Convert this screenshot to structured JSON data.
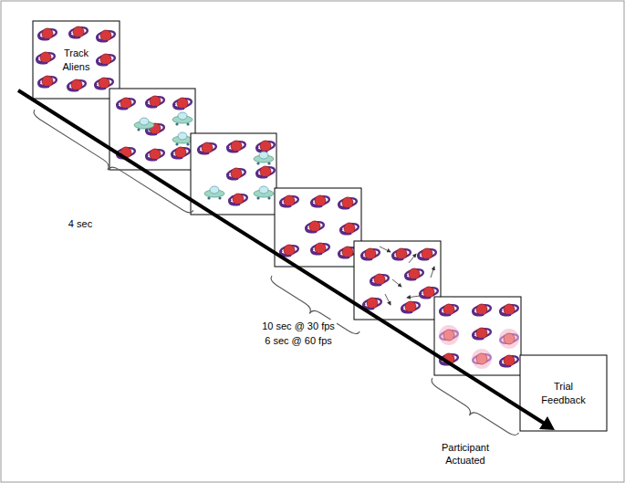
{
  "diagram": {
    "nodes": [
      {
        "text": [
          "Track Aliens"
        ]
      },
      {
        "text": [
          "Trial Feedback"
        ]
      }
    ],
    "labels": [
      "4 sec",
      "10 sec @ 30 fps",
      "6 sec @ 60 fps",
      "Participant Actuated"
    ]
  }
}
